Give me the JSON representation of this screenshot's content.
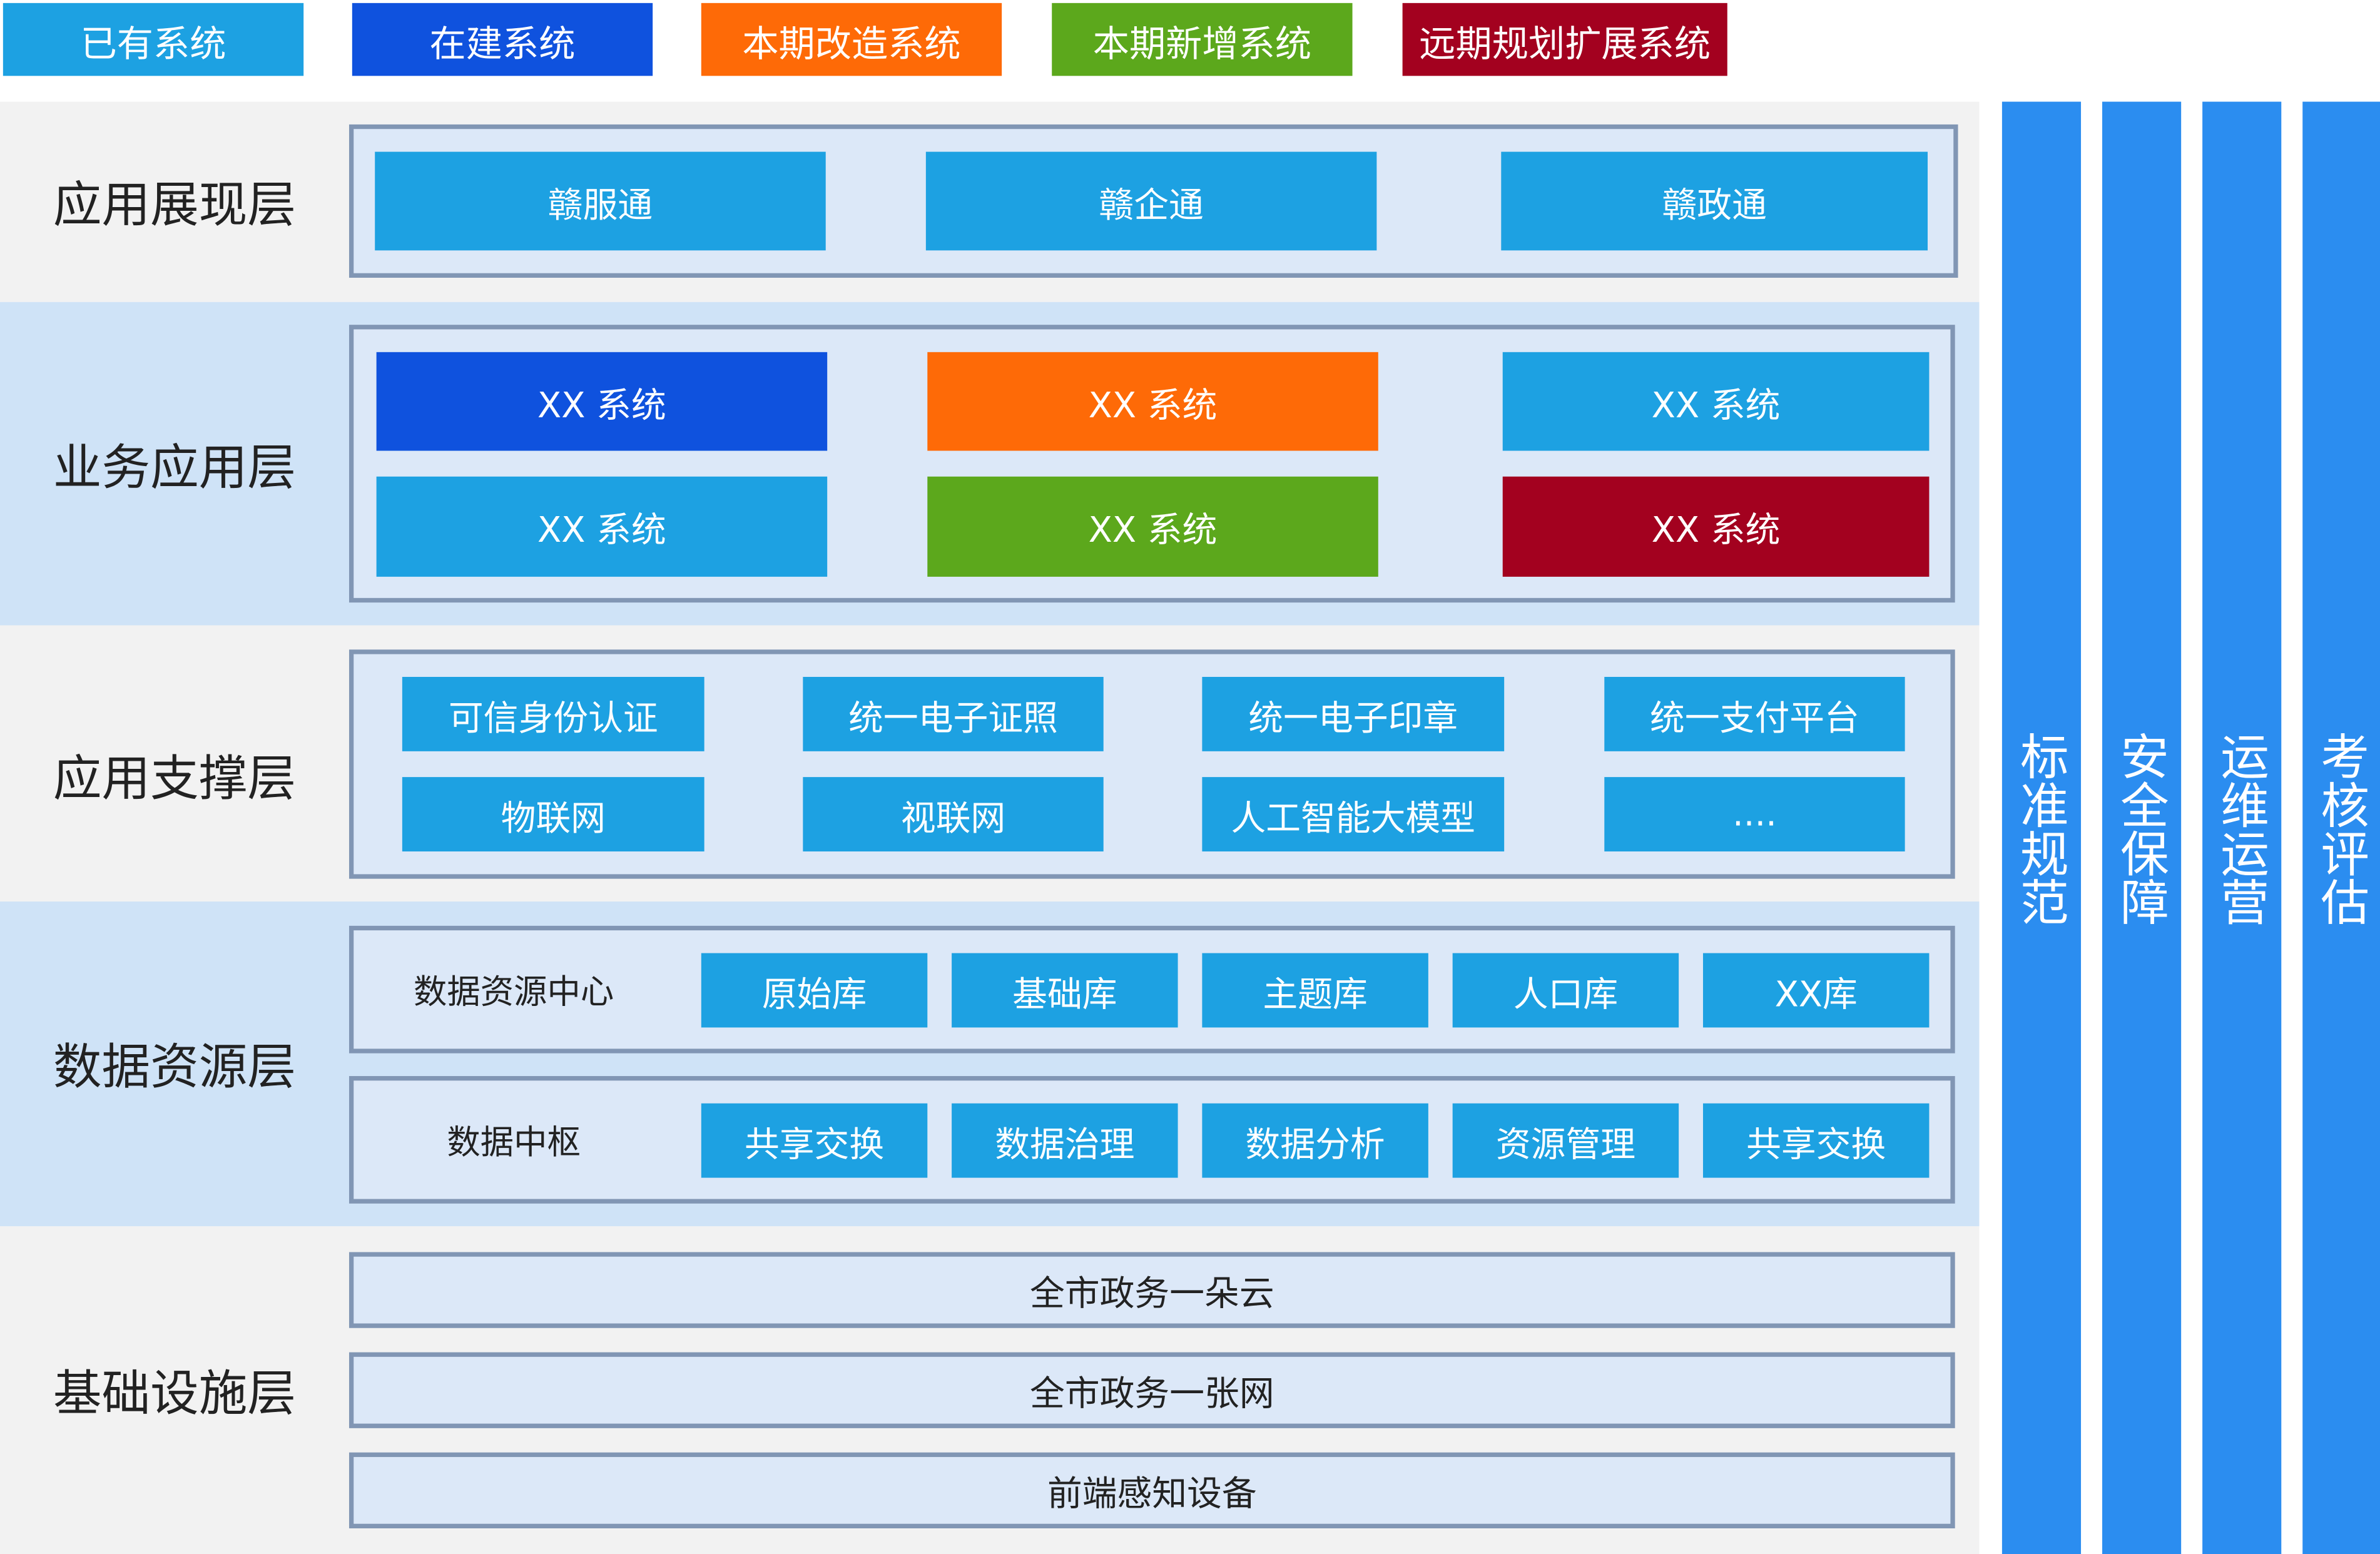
{
  "legend": [
    {
      "label": "已有系统",
      "color": "#1da1e2"
    },
    {
      "label": "在建系统",
      "color": "#0f52de"
    },
    {
      "label": "本期改造系统",
      "color": "#fe6a07"
    },
    {
      "label": "本期新增系统",
      "color": "#5ca81c"
    },
    {
      "label": "远期规划扩展系统",
      "color": "#a3011f"
    }
  ],
  "layers": {
    "presentation": {
      "label": "应用展现层",
      "items": [
        "赣服通",
        "赣企通",
        "赣政通"
      ]
    },
    "business": {
      "label": "业务应用层",
      "items": [
        "XX 系统",
        "XX 系统",
        "XX 系统",
        "XX 系统",
        "XX 系统",
        "XX 系统"
      ]
    },
    "support": {
      "label": "应用支撑层",
      "items": [
        "可信身份认证",
        "统一电子证照",
        "统一电子印章",
        "统一支付平台",
        "物联网",
        "视联网",
        "人工智能大模型",
        "...."
      ]
    },
    "data": {
      "label": "数据资源层",
      "center": {
        "label": "数据资源中心",
        "items": [
          "原始库",
          "基础库",
          "主题库",
          "人口库",
          "XX库"
        ]
      },
      "hub": {
        "label": "数据中枢",
        "items": [
          "共享交换",
          "数据治理",
          "数据分析",
          "资源管理",
          "共享交换"
        ]
      }
    },
    "infra": {
      "label": "基础设施层",
      "items": [
        "全市政务一朵云",
        "全市政务一张网",
        "前端感知设备"
      ]
    }
  },
  "pillars": [
    "标准规范",
    "安全保障",
    "运维运营",
    "考核评估"
  ]
}
